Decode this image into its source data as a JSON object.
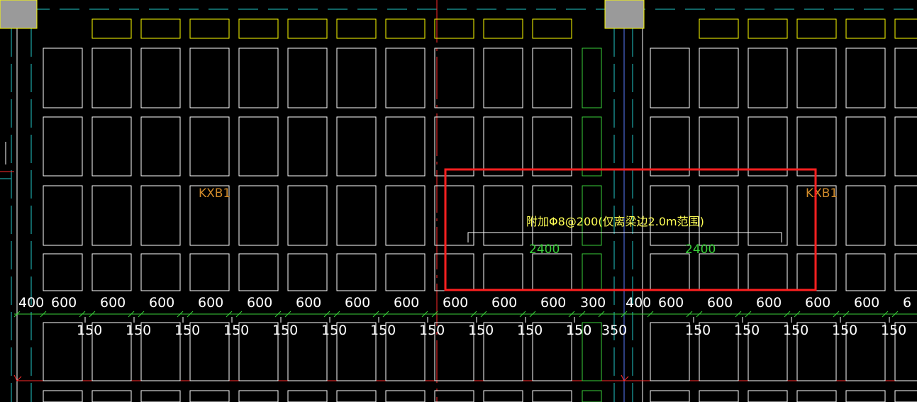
{
  "labels": {
    "slab_tag_left": "KXB1",
    "slab_tag_right": "KXB1",
    "note": "附加Φ8@200(仅离梁边2.0m范围)",
    "span_left": "2400",
    "span_right": "2400"
  },
  "dimensions": {
    "upper": [
      "400",
      "600",
      "600",
      "600",
      "600",
      "600",
      "600",
      "600",
      "600",
      "600",
      "600",
      "600",
      "300",
      "400",
      "600",
      "600",
      "600",
      "600",
      "600",
      "6"
    ],
    "lower": [
      "150",
      "150",
      "150",
      "150",
      "150",
      "150",
      "150",
      "150",
      "150",
      "150",
      "150",
      "150",
      "350",
      "150",
      "150",
      "150",
      "150",
      "150"
    ]
  },
  "colors": {
    "background": "#000000",
    "panel": "#ffffff",
    "cap": "#ffff00",
    "column": "#9a9a9a",
    "dim_line": "#3ad13a",
    "axis_red": "#ff2a2a",
    "axis_cyan": "#22c8c8",
    "highlight": "#ff2020",
    "note": "#ffff55",
    "tag": "#d08a2a"
  }
}
